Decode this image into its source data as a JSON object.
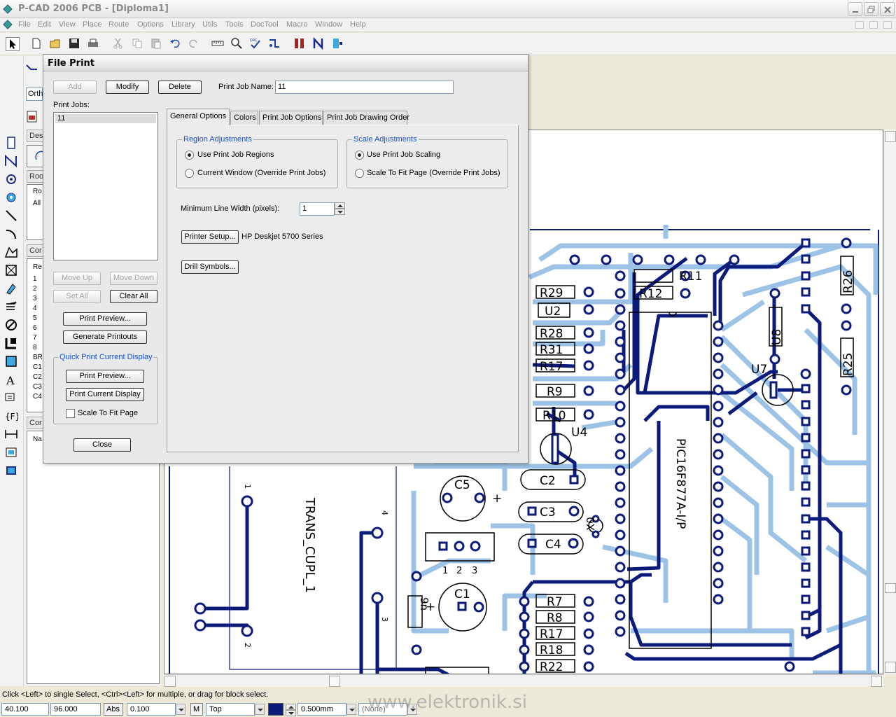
{
  "window": {
    "title": "P-CAD 2006 PCB - [Diploma1]"
  },
  "menu": [
    "File",
    "Edit",
    "View",
    "Place",
    "Route",
    "Options",
    "Library",
    "Utils",
    "Tools",
    "DocTool",
    "Macro",
    "Window",
    "Help"
  ],
  "toolbar": {
    "ortho_value": "Orth"
  },
  "side_panels": {
    "design_tab": "Desi",
    "panel1_head": "Roo",
    "panel1_rows": [
      "Ro",
      "All"
    ],
    "panel2_head": "Cor",
    "panel2_rows": [
      "Re",
      "1",
      "2",
      "3",
      "4",
      "5",
      "6",
      "7",
      "8",
      "BR",
      "C1",
      "C2",
      "C3",
      "C4"
    ],
    "panel3_head": "Cor",
    "panel3_rows": [
      "Na"
    ]
  },
  "dialog": {
    "title": "File Print",
    "add_label": "Add",
    "modify_label": "Modify",
    "delete_label": "Delete",
    "job_name_label": "Print Job Name:",
    "job_name_value": "11",
    "print_jobs_label": "Print Jobs:",
    "print_jobs": [
      "11"
    ],
    "move_up_label": "Move Up",
    "move_down_label": "Move Down",
    "set_all_label": "Set All",
    "clear_all_label": "Clear All",
    "print_preview_label": "Print Preview...",
    "generate_label": "Generate Printouts",
    "quick_group_label": "Quick Print Current Display",
    "quick_preview_label": "Print Preview...",
    "print_current_label": "Print Current Display",
    "scale_fit_label": "Scale To Fit Page",
    "close_label": "Close",
    "tabs": [
      "General Options",
      "Colors",
      "Print Job Options",
      "Print Job Drawing Order"
    ],
    "region_group": "Region Adjustments",
    "region_opt1": "Use Print Job Regions",
    "region_opt2": "Current Window (Override Print Jobs)",
    "scale_group": "Scale Adjustments",
    "scale_opt1": "Use Print Job Scaling",
    "scale_opt2": "Scale To Fit Page (Override Print Jobs)",
    "min_line_label": "Minimum Line Width (pixels):",
    "min_line_value": "1",
    "printer_setup_label": "Printer Setup...",
    "printer_name": "HP Deskjet 5700 Series",
    "drill_symbols_label": "Drill Symbols..."
  },
  "pcb": {
    "labels": [
      "R11",
      "R12",
      "R29",
      "U2",
      "R28",
      "R31",
      "R17",
      "R9",
      "R10",
      "U4",
      "C2",
      "C5",
      "C3",
      "C4",
      "X0",
      "C1",
      "U8",
      "U7",
      "R26",
      "R25",
      "R7",
      "R8",
      "R17",
      "R18",
      "R22",
      "PIC16F877A-I/P",
      "TRANS_CUPL_1",
      "9n",
      "1",
      "2",
      "3",
      "4",
      "1",
      "2",
      "3",
      "+",
      "+"
    ]
  },
  "status": {
    "message": "Click <Left> to single Select, <Ctrl><Left> for multiple, or drag for block select.",
    "x": "40.100",
    "y": "96.000",
    "abs_label": "Abs",
    "grid": "0.100",
    "mode_label": "M",
    "layer": "Top",
    "width": "0.500mm",
    "net": "(None)",
    "watermark": "www.elektronik.si"
  },
  "colors": {
    "trace_top": "#0c1a7a",
    "trace_bottom": "#9cc2e6",
    "silk": "#000000"
  }
}
